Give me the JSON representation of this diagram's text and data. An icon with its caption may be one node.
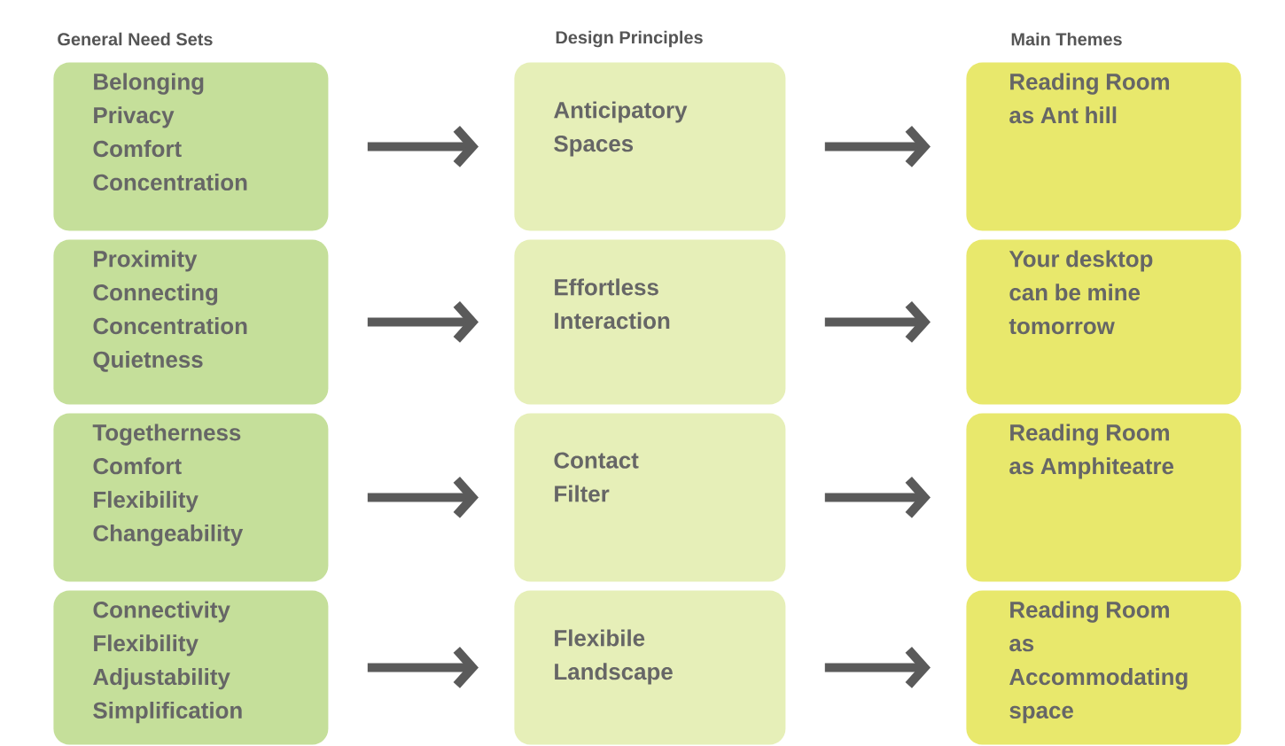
{
  "diagram": {
    "nodes": [
      {
        "text": [
          "Belonging",
          "Privacy",
          "Comfort",
          "Concentration"
        ]
      },
      {
        "text": [
          "Anticipatory Spaces"
        ]
      },
      {
        "text": [
          "Reading Room as Ant hill"
        ]
      },
      {
        "text": [
          "Proximity",
          "Connecting",
          "Concentration",
          "Quietness"
        ]
      },
      {
        "text": [
          "Effortless Interaction"
        ]
      },
      {
        "text": [
          "Your desktop can be mine tomorrow"
        ]
      },
      {
        "text": [
          "Togetherness",
          "Comfort",
          "Flexibility",
          "Changeability"
        ]
      },
      {
        "text": [
          "Contact Filter"
        ]
      },
      {
        "text": [
          "Reading Room as Amphiteatre"
        ]
      },
      {
        "text": [
          "Connectivity",
          "Flexibility",
          "Adjustability",
          "Simplification"
        ]
      },
      {
        "text": [
          "Flexibile Landscape"
        ]
      },
      {
        "text": [
          "Reading Room as Accommodating space"
        ]
      }
    ],
    "edges": [
      {
        "from": 0,
        "to": 1,
        "arrow": "to"
      },
      {
        "from": 1,
        "to": 2,
        "arrow": "to"
      },
      {
        "from": 3,
        "to": 4,
        "arrow": "to"
      },
      {
        "from": 4,
        "to": 5,
        "arrow": "to"
      },
      {
        "from": 6,
        "to": 7,
        "arrow": "to"
      },
      {
        "from": 7,
        "to": 8,
        "arrow": "to"
      },
      {
        "from": 9,
        "to": 10,
        "arrow": "to"
      },
      {
        "from": 10,
        "to": 11,
        "arrow": "to"
      }
    ],
    "labels": [
      "General Need Sets",
      "Design Principles",
      "Main Themes"
    ]
  }
}
